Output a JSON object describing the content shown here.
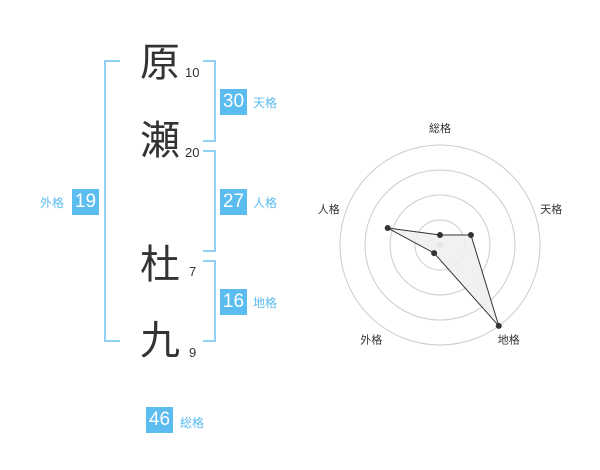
{
  "name_chars": [
    {
      "char": "原",
      "strokes": "10"
    },
    {
      "char": "瀬",
      "strokes": "20"
    },
    {
      "char": "杜",
      "strokes": "7"
    },
    {
      "char": "九",
      "strokes": "9"
    }
  ],
  "kakusu": {
    "tenkaku": {
      "label": "天格",
      "value": "30"
    },
    "jinkaku": {
      "label": "人格",
      "value": "27"
    },
    "chikaku": {
      "label": "地格",
      "value": "16"
    },
    "gaikaku": {
      "label": "外格",
      "value": "19"
    },
    "soukaku": {
      "label": "総格",
      "value": "46"
    }
  },
  "chart_data": {
    "type": "radar",
    "axes": [
      "総格",
      "天格",
      "地格",
      "外格",
      "人格"
    ],
    "values": [
      1,
      2,
      5,
      1,
      3
    ],
    "max": 5,
    "rings": 4,
    "colors": {
      "fill": "#eeeeee",
      "line": "#333333",
      "ring": "#cccccc",
      "center": "#bbbbbb"
    }
  }
}
